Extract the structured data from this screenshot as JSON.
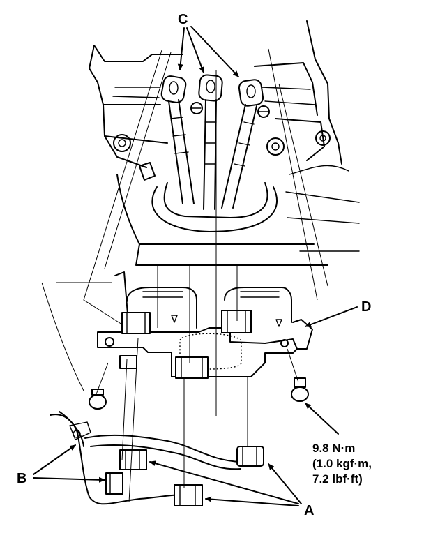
{
  "callouts": {
    "A": "A",
    "B": "B",
    "C": "C",
    "D": "D"
  },
  "torque_spec": {
    "line1": "9.8 N·m",
    "line2": "(1.0 kgf·m,",
    "line3": "7.2 lbf·ft)"
  }
}
